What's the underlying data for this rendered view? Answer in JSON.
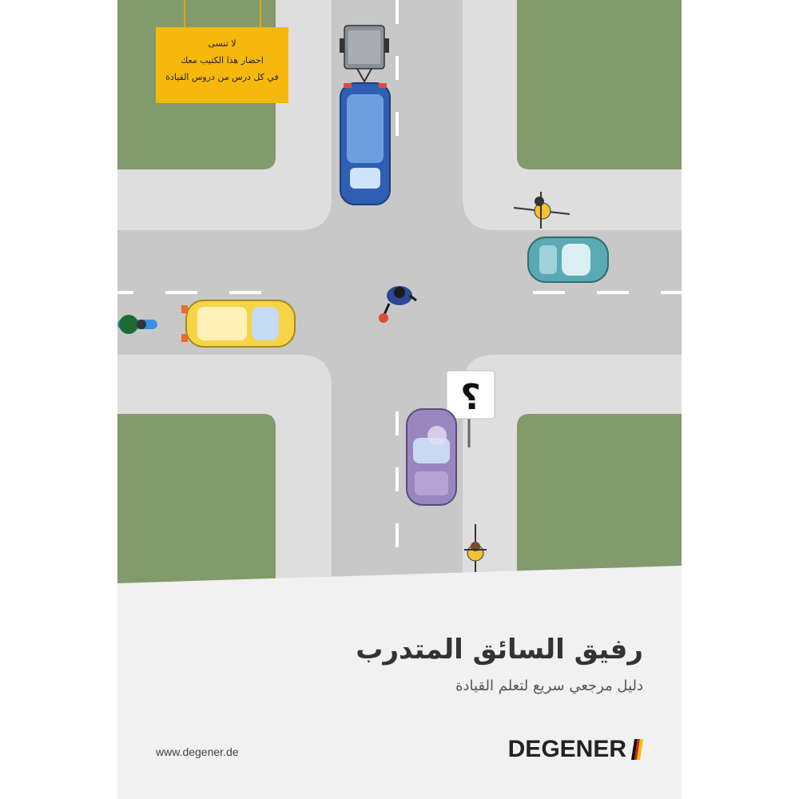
{
  "yellow_sign": {
    "lines": [
      "لا تنسى",
      "احضار هذا الكتيب معك",
      "في كل درس من دروس القيادة"
    ]
  },
  "title": "رفيق السائق المتدرب",
  "subtitle": "دليل مرجعي سريع لتعلم القيادة",
  "website": "www.degener.de",
  "brand": {
    "name": "DEGENER",
    "flag_colors": [
      "#111111",
      "#d81e1e",
      "#f3c300"
    ]
  },
  "question_sign": {
    "symbol": "؟"
  },
  "colors": {
    "grass": "#829a6c",
    "road": "#c8c8c8",
    "sidewalk": "#dedede",
    "bottom_panel": "#f1f1f1",
    "sign_yellow": "#f7b80d"
  },
  "icons": [
    "truck-with-trailer-icon",
    "cyclist-icon",
    "car-icon",
    "motorcycle-icon",
    "pedestrian-icon",
    "question-sign-icon",
    "degener-flag-icon"
  ]
}
